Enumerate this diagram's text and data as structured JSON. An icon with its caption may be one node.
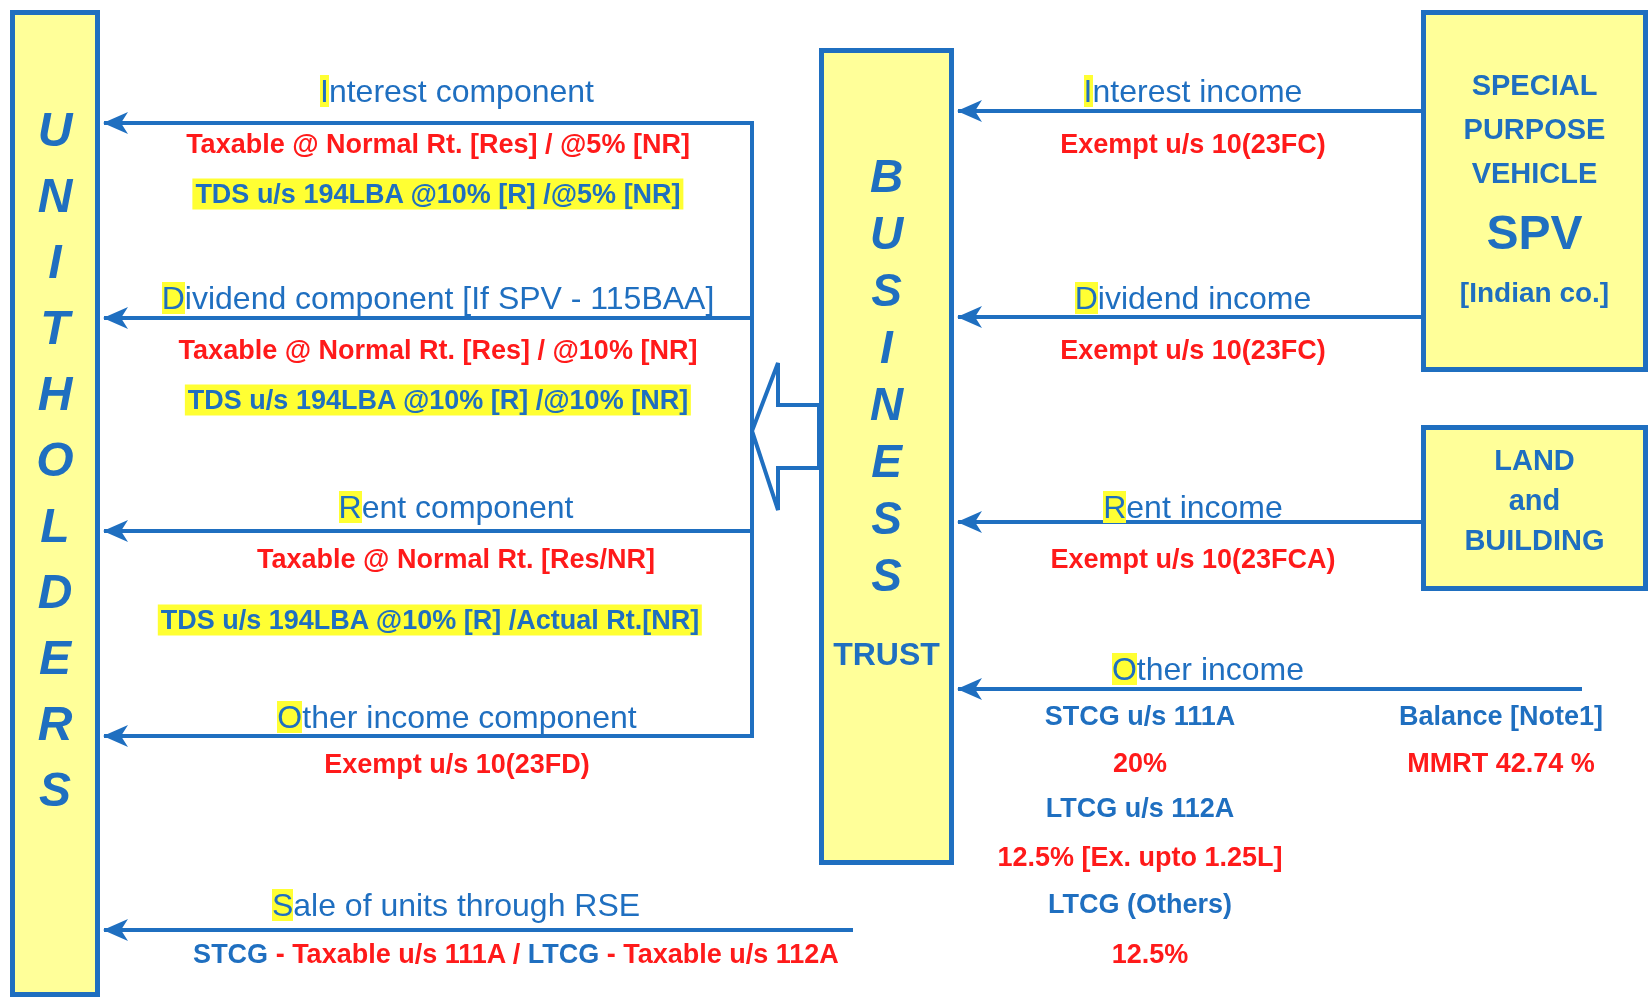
{
  "diagram": {
    "nodes": [
      {
        "text": [
          "UNITHOLDERS"
        ]
      },
      {
        "text": [
          "BUSINESS",
          "TRUST"
        ]
      },
      {
        "text": [
          "SPECIAL PURPOSE VEHICLE",
          "SPV",
          "[Indian co.]"
        ]
      },
      {
        "text": [
          "LAND and BUILDING"
        ]
      }
    ],
    "edges": [
      {
        "from": 2,
        "to": 1,
        "arrow": "to",
        "label": "Interest income"
      },
      {
        "from": 2,
        "to": 1,
        "arrow": "to",
        "label": "Dividend income"
      },
      {
        "from": 3,
        "to": 1,
        "arrow": "to",
        "label": "Rent income"
      },
      {
        "from": null,
        "to": 1,
        "arrow": "to",
        "label": "Other income"
      },
      {
        "from": 1,
        "to": 0,
        "arrow": "to",
        "label": "Interest component"
      },
      {
        "from": 1,
        "to": 0,
        "arrow": "to",
        "label": "Dividend component [If SPV - 115BAA]"
      },
      {
        "from": 1,
        "to": 0,
        "arrow": "to",
        "label": "Rent component"
      },
      {
        "from": 1,
        "to": 0,
        "arrow": "to",
        "label": "Other income component"
      },
      {
        "from": null,
        "to": 0,
        "arrow": "to",
        "label": "Sale of units through RSE"
      }
    ],
    "labels": [
      "Taxable @ Normal Rt. [Res] / @5% [NR]",
      "Exempt u/s 10(23FC)",
      "TDS u/s 194LBA @10% [R] /@5% [NR]",
      "Taxable @ Normal Rt. [Res] / @10% [NR]",
      "Exempt u/s 10(23FC)",
      "TDS u/s 194LBA @10% [R] /@10% [NR]",
      "Taxable @ Normal Rt. [Res/NR]",
      "Exempt u/s 10(23FCA)",
      "TDS u/s 194LBA @10% [R] /Actual Rt.[NR]",
      "STCG u/s 111A",
      "Balance [Note1]",
      "Exempt u/s 10(23FD)",
      "20%",
      "MMRT 42.74 %",
      "LTCG u/s 112A",
      "12.5% [Ex. upto 1.25L]",
      "LTCG (Others)",
      "STCG - Taxable u/s 111A / LTCG - Taxable u/s 112A",
      "12.5%"
    ]
  }
}
